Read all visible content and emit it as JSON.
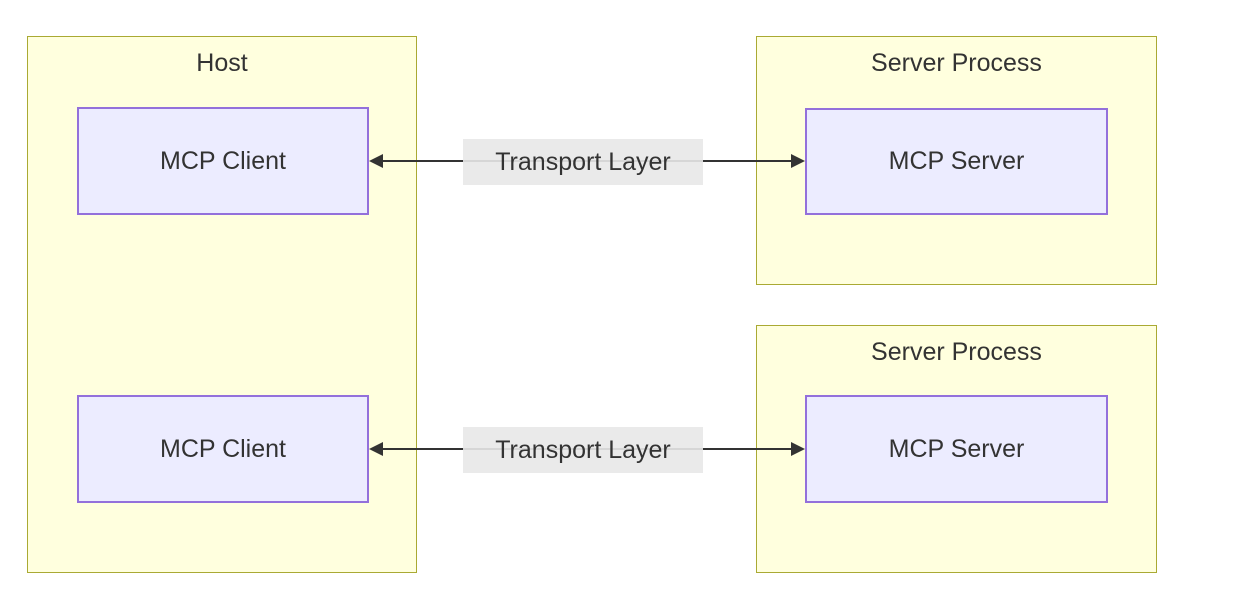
{
  "diagram": {
    "type": "architecture-diagram",
    "topic": "MCP client-server architecture",
    "clusters": [
      {
        "id": "host",
        "title": "Host"
      },
      {
        "id": "server-process-1",
        "title": "Server Process"
      },
      {
        "id": "server-process-2",
        "title": "Server Process"
      }
    ],
    "nodes": [
      {
        "id": "mcp-client-1",
        "label": "MCP Client",
        "parent": "host"
      },
      {
        "id": "mcp-server-1",
        "label": "MCP Server",
        "parent": "server-process-1"
      },
      {
        "id": "mcp-client-2",
        "label": "MCP Client",
        "parent": "host"
      },
      {
        "id": "mcp-server-2",
        "label": "MCP Server",
        "parent": "server-process-2"
      }
    ],
    "edges": [
      {
        "from": "mcp-client-1",
        "to": "mcp-server-1",
        "label": "Transport Layer",
        "direction": "bidirectional"
      },
      {
        "from": "mcp-client-2",
        "to": "mcp-server-2",
        "label": "Transport Layer",
        "direction": "bidirectional"
      }
    ],
    "colors": {
      "background": "#ffffff",
      "cluster_fill": "#ffffde",
      "cluster_border": "#aaaa33",
      "node_fill": "#ececff",
      "node_border": "#9370db",
      "edge_line": "#333333",
      "edge_label_bg": "#e8e8e8",
      "text": "#333333"
    }
  }
}
